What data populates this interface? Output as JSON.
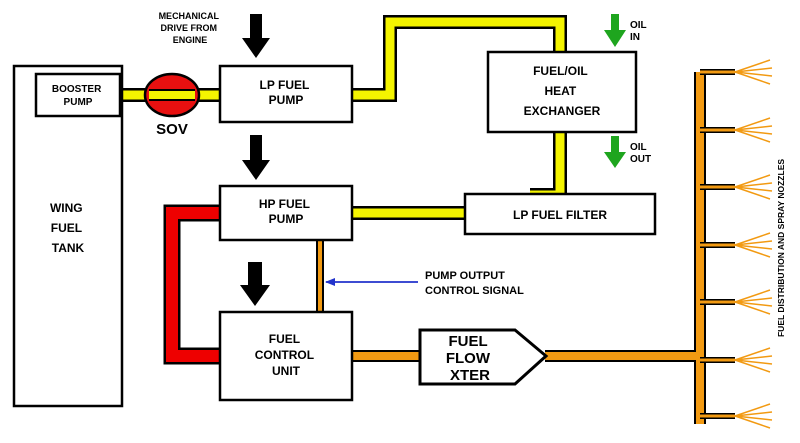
{
  "colors": {
    "lp_fuel": "#f4f400",
    "hp_fuel": "#ee0000",
    "metered_fuel": "#f29a12",
    "oil": "#1ea51e",
    "drive": "#000000",
    "control_signal": "#2233cc"
  },
  "components": {
    "wing_tank": [
      "WING",
      "FUEL",
      "TANK"
    ],
    "booster_pump": [
      "BOOSTER",
      "PUMP"
    ],
    "sov": "SOV",
    "lp_pump": [
      "LP FUEL",
      "PUMP"
    ],
    "heat_exchanger": [
      "FUEL/OIL",
      "HEAT",
      "EXCHANGER"
    ],
    "lp_filter": "LP FUEL FILTER",
    "hp_pump": [
      "HP FUEL",
      "PUMP"
    ],
    "fcu": [
      "FUEL",
      "CONTROL",
      "UNIT"
    ],
    "flow_xter": [
      "FUEL",
      "FLOW",
      "XTER"
    ]
  },
  "annotations": {
    "mechanical_drive": [
      "MECHANICAL",
      "DRIVE FROM",
      "ENGINE"
    ],
    "oil_in": [
      "OIL",
      "IN"
    ],
    "oil_out": [
      "OIL",
      "OUT"
    ],
    "pump_control": [
      "PUMP OUTPUT",
      "CONTROL SIGNAL"
    ],
    "nozzles": "FUEL DISTRIBUTION AND SPRAY NOZZLES"
  }
}
